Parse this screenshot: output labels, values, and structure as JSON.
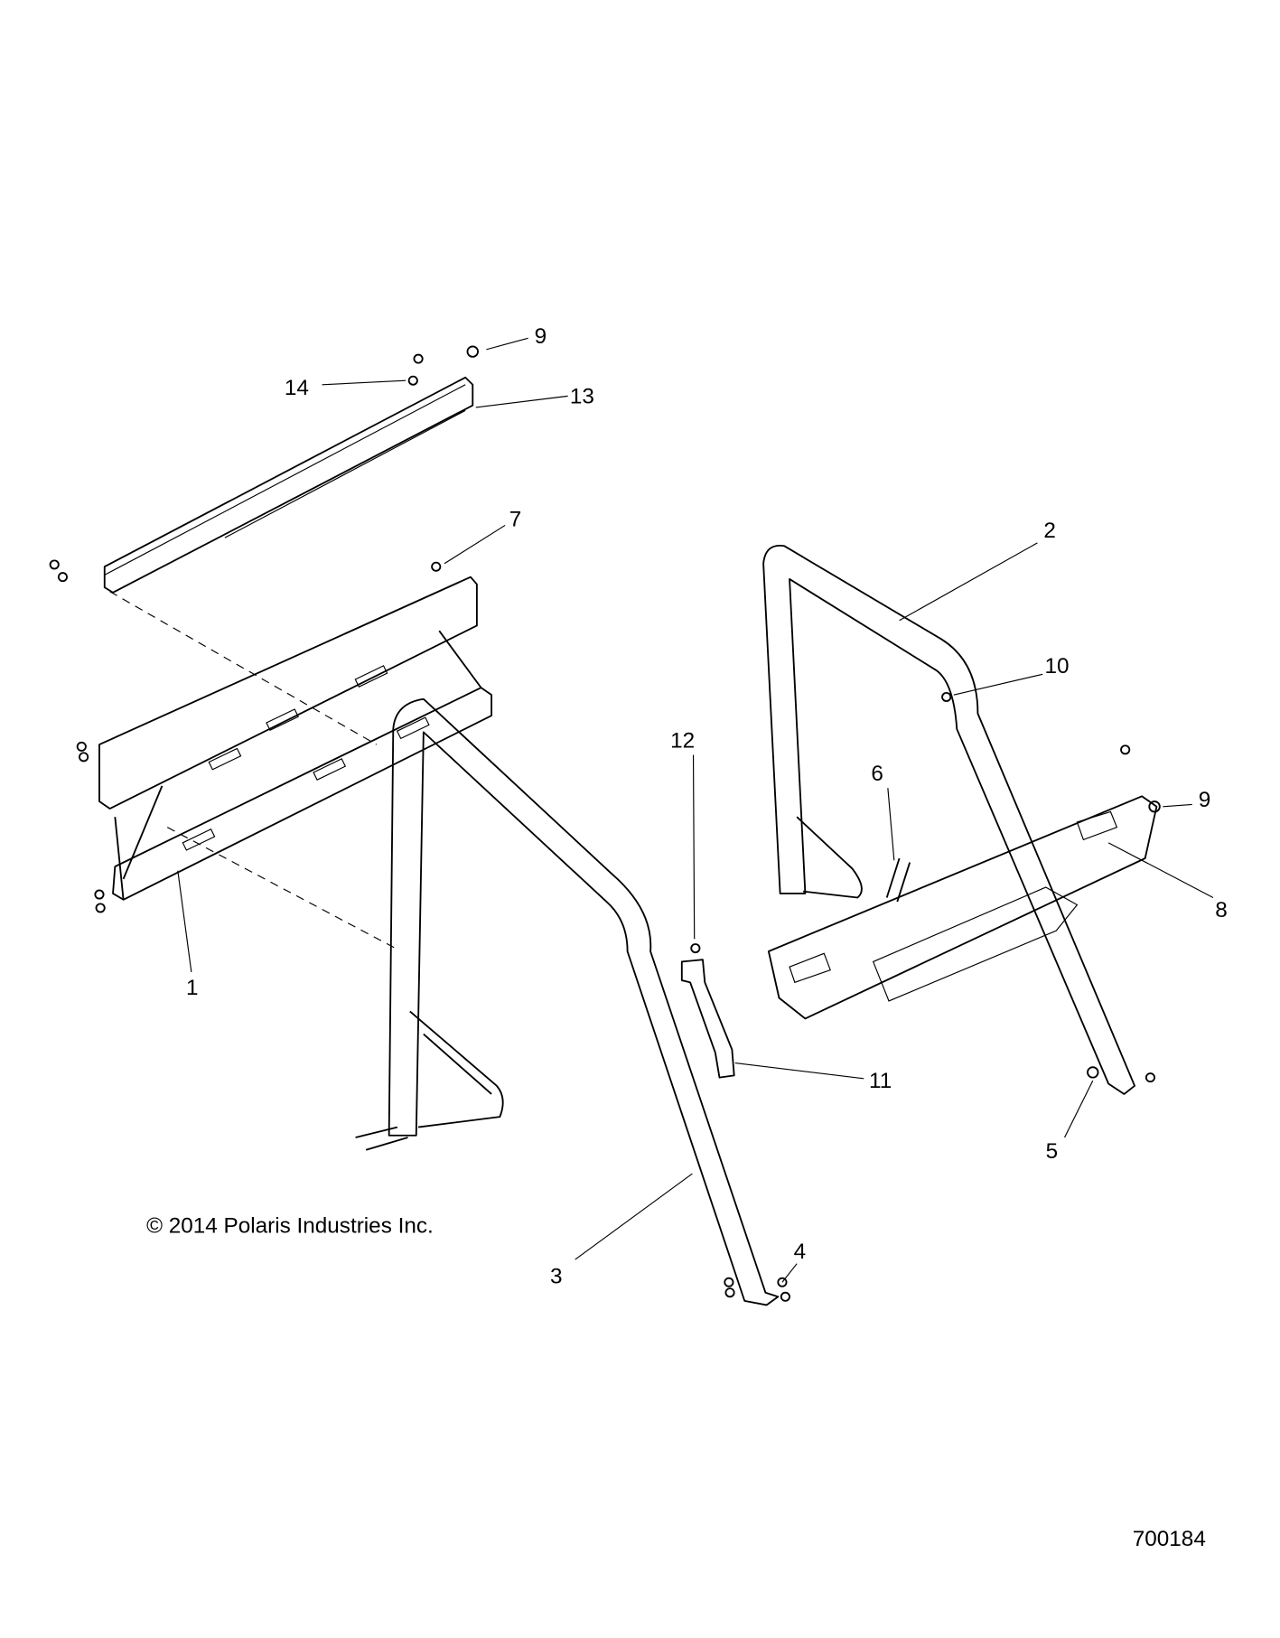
{
  "callouts": [
    {
      "id": "c9a",
      "text": "9"
    },
    {
      "id": "c14",
      "text": "14"
    },
    {
      "id": "c13",
      "text": "13"
    },
    {
      "id": "c7",
      "text": "7"
    },
    {
      "id": "c2",
      "text": "2"
    },
    {
      "id": "c10",
      "text": "10"
    },
    {
      "id": "c12",
      "text": "12"
    },
    {
      "id": "c6",
      "text": "6"
    },
    {
      "id": "c9b",
      "text": "9"
    },
    {
      "id": "c8",
      "text": "8"
    },
    {
      "id": "c1",
      "text": "1"
    },
    {
      "id": "c11",
      "text": "11"
    },
    {
      "id": "c5",
      "text": "5"
    },
    {
      "id": "c4",
      "text": "4"
    },
    {
      "id": "c3",
      "text": "3"
    }
  ],
  "copyright": "© 2014 Polaris Industries Inc.",
  "figure_number": "700184"
}
